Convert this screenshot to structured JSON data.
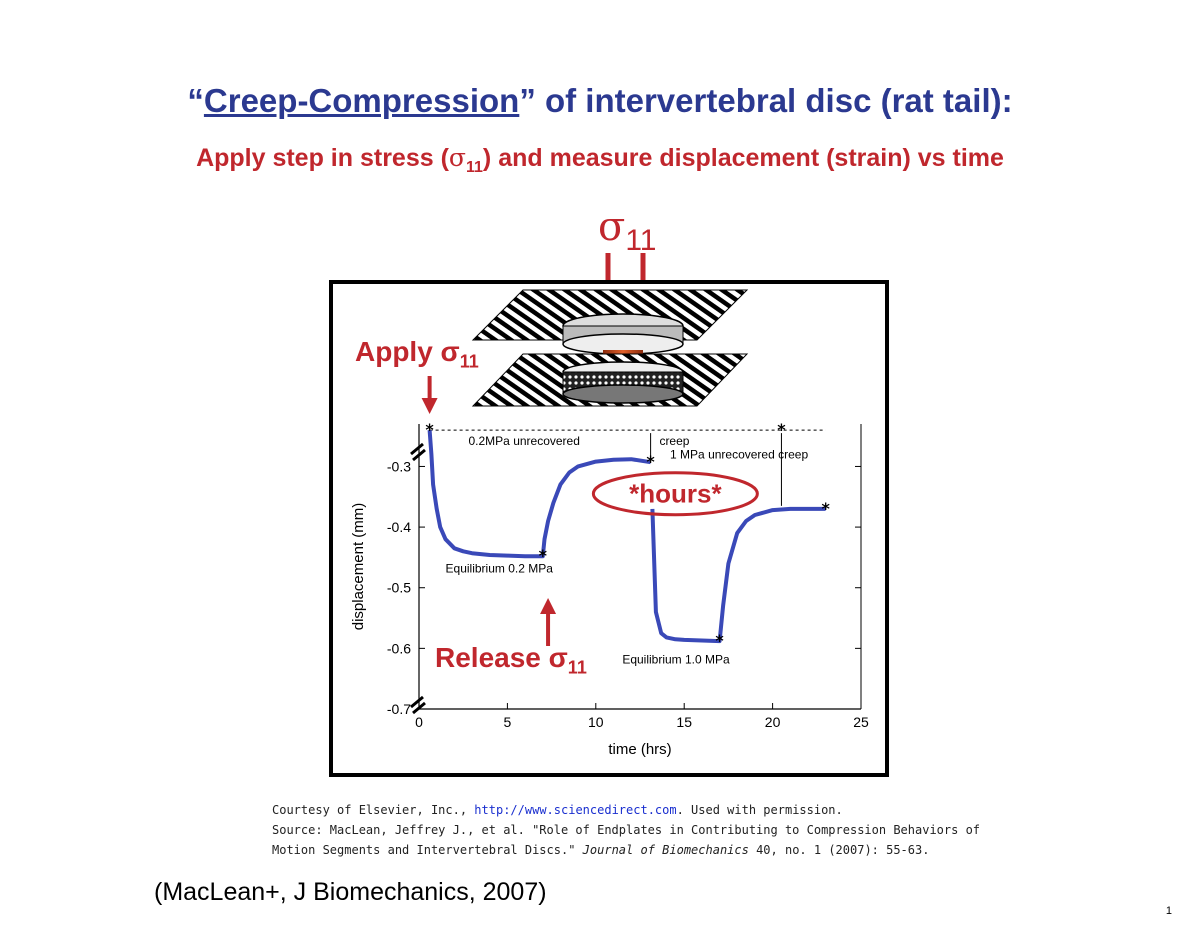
{
  "slide": {
    "title_quote_open": "“",
    "title_underlined": "Creep-Compression",
    "title_rest": "” of intervertebral disc (rat tail):",
    "subtitle_before": "Apply step in stress (",
    "subtitle_sigma": "σ",
    "subtitle_sub": "11",
    "subtitle_after": ") and measure displacement (strain) vs time",
    "sigma_symbol": "σ",
    "sigma_sub": "11",
    "page_number": "1",
    "citation": "(MacLean+, J Biomechanics, 2007)",
    "accent_color": "#c0272d",
    "title_color": "#2b3990"
  },
  "caption": {
    "line1_before": "Courtesy of Elsevier, Inc., ",
    "line1_link": "http://www.sciencedirect.com",
    "line1_after": ". Used with permission.",
    "line2": "Source: MacLean, Jeffrey J., et al. \"Role of Endplates in Contributing to Compression Behaviors of",
    "line3_before": "Motion Segments and Intervertebral Discs.\" ",
    "line3_italic": "Journal of Biomechanics",
    "line3_after": " 40, no. 1 (2007): 55-63."
  },
  "annotations": {
    "apply": "Apply σ",
    "apply_sub": "11",
    "release": "Release σ",
    "release_sub": "11",
    "hours": "*hours*"
  },
  "chart_data": {
    "type": "line",
    "xlabel": "time (hrs)",
    "ylabel": "displacement (mm)",
    "xlim": [
      0,
      25
    ],
    "ylim": [
      -0.7,
      -0.23
    ],
    "xticks": [
      0,
      5,
      10,
      15,
      20,
      25
    ],
    "yticks": [
      -0.3,
      -0.4,
      -0.5,
      -0.6,
      -0.7
    ],
    "grid": false,
    "series_color": "#3a49b8",
    "series": [
      {
        "x": [
          0.6,
          0.7,
          0.8,
          1.0,
          1.2,
          1.5,
          2.0,
          2.5,
          3.0,
          4.0,
          5.0,
          6.0,
          7.0,
          7.1,
          7.3,
          7.6,
          8.0,
          8.5,
          9.0,
          10.0,
          11.0,
          12.0,
          13.1
        ],
        "y": [
          -0.24,
          -0.28,
          -0.33,
          -0.37,
          -0.4,
          -0.42,
          -0.435,
          -0.44,
          -0.443,
          -0.446,
          -0.447,
          -0.448,
          -0.448,
          -0.42,
          -0.39,
          -0.36,
          -0.33,
          -0.31,
          -0.3,
          -0.292,
          -0.289,
          -0.288,
          -0.293
        ]
      },
      {
        "x": [
          13.2,
          13.4,
          13.7,
          14.0,
          14.5,
          15.0,
          16.0,
          17.0,
          17.2,
          17.5,
          18.0,
          18.5,
          19.0,
          20.0,
          21.0,
          22.0,
          23.0
        ],
        "y": [
          -0.37,
          -0.54,
          -0.575,
          -0.582,
          -0.585,
          -0.586,
          -0.587,
          -0.588,
          -0.53,
          -0.46,
          -0.41,
          -0.39,
          -0.38,
          -0.372,
          -0.37,
          -0.37,
          -0.37
        ]
      }
    ],
    "markers": [
      {
        "x": 0.6,
        "y": -0.24
      },
      {
        "x": 7.0,
        "y": -0.448
      },
      {
        "x": 13.1,
        "y": -0.293
      },
      {
        "x": 17.0,
        "y": -0.588
      },
      {
        "x": 23.0,
        "y": -0.37
      },
      {
        "x": 20.5,
        "y": -0.24
      }
    ],
    "annotations": {
      "unrecovered_02": "0.2MPa unrecovered",
      "creep": "creep",
      "unrecovered_1": "1 MPa unrecovered creep",
      "equilibrium_02": "Equilibrium 0.2 MPa",
      "equilibrium_10": "Equilibrium 1.0 MPa"
    }
  }
}
